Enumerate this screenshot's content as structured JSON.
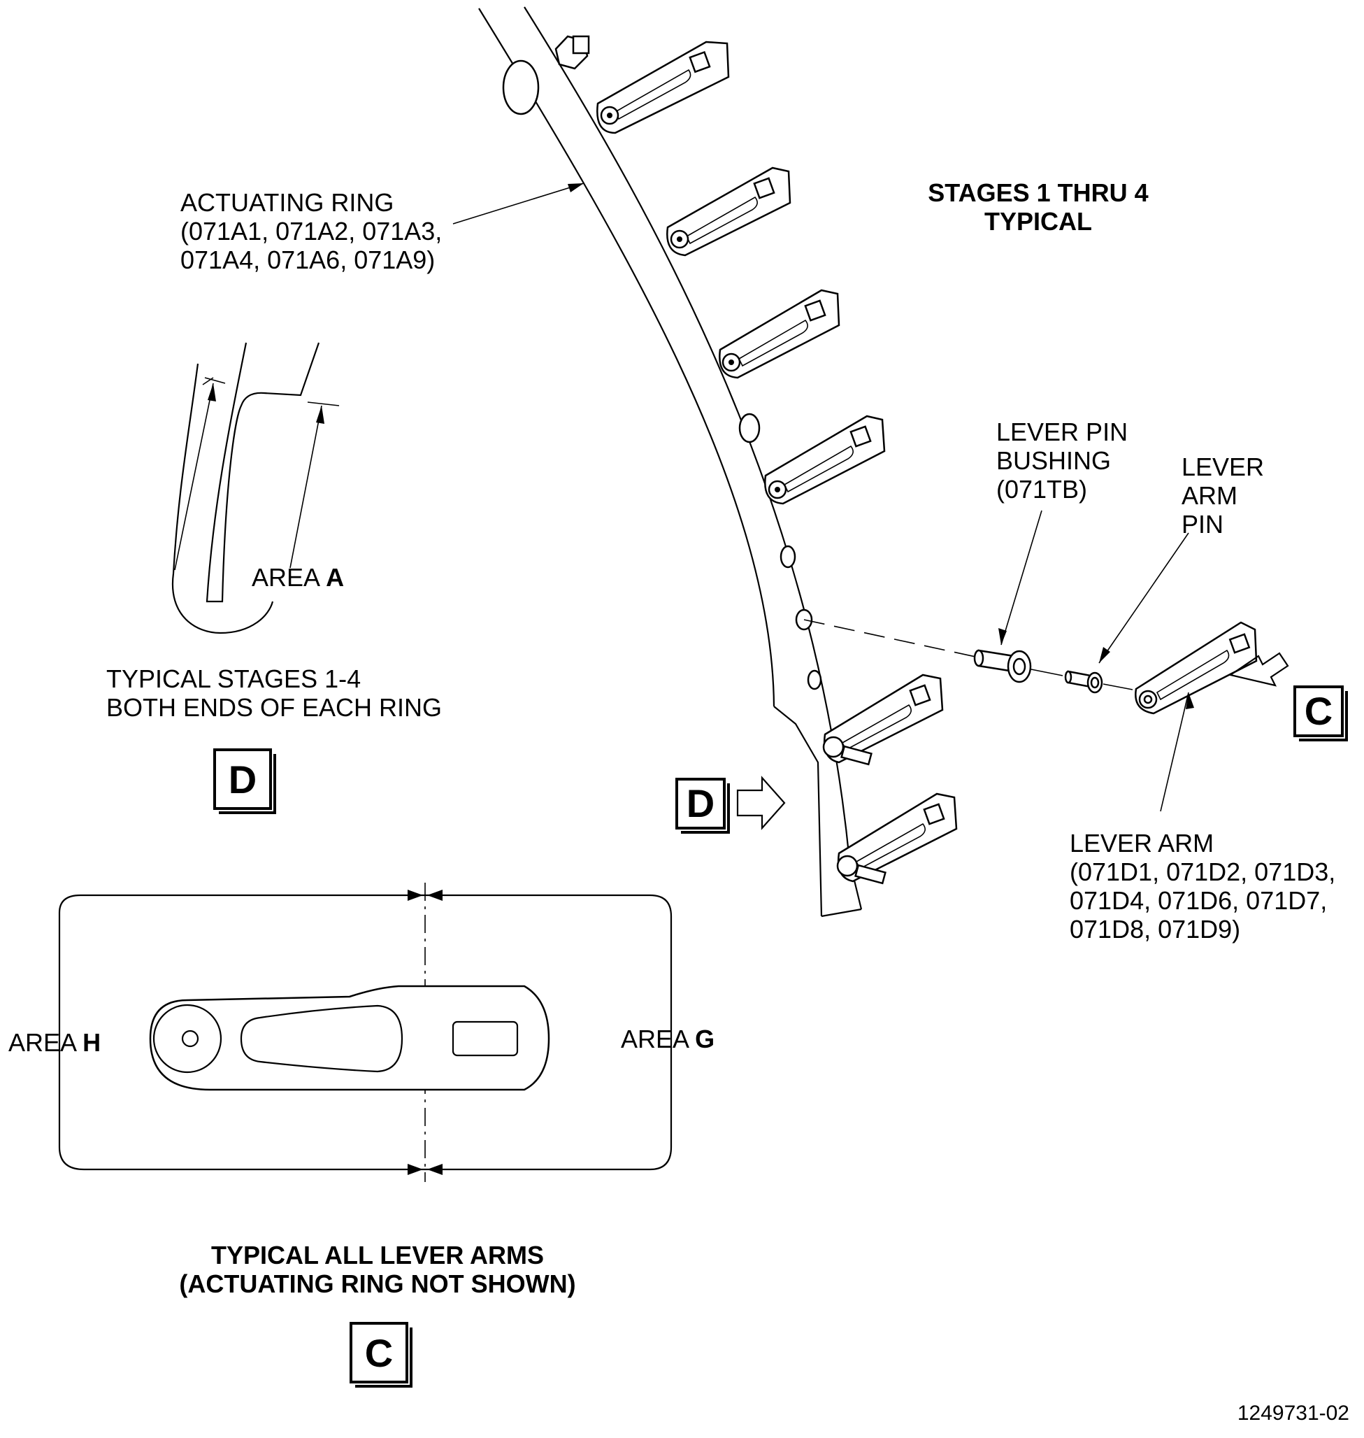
{
  "labels": {
    "actuating_ring": [
      "ACTUATING RING",
      "(071A1, 071A2, 071A3,",
      "071A4, 071A6, 071A9)"
    ],
    "stages": [
      "STAGES 1 THRU 4",
      "TYPICAL"
    ],
    "lever_pin_bushing": [
      "LEVER PIN",
      "BUSHING",
      "(071TB)"
    ],
    "lever_arm_pin": [
      "LEVER",
      "ARM",
      "PIN"
    ],
    "lever_arm": [
      "LEVER ARM",
      "(071D1, 071D2, 071D3,",
      "071D4, 071D6, 071D7,",
      "071D8, 071D9)"
    ],
    "area_a_prefix": "AREA ",
    "area_a_letter": "A",
    "area_h_prefix": "AREA ",
    "area_h_letter": "H",
    "area_g_prefix": "AREA ",
    "area_g_letter": "G",
    "view_d_caption": [
      "TYPICAL STAGES 1-4",
      "BOTH ENDS OF EACH RING"
    ],
    "view_c_caption": [
      "TYPICAL ALL LEVER ARMS",
      "(ACTUATING RING NOT SHOWN)"
    ],
    "drawing_number": "1249731-02"
  },
  "view_markers": {
    "d_view": "D",
    "c_view": "C",
    "d_pointer": "D",
    "c_pointer": "C"
  }
}
